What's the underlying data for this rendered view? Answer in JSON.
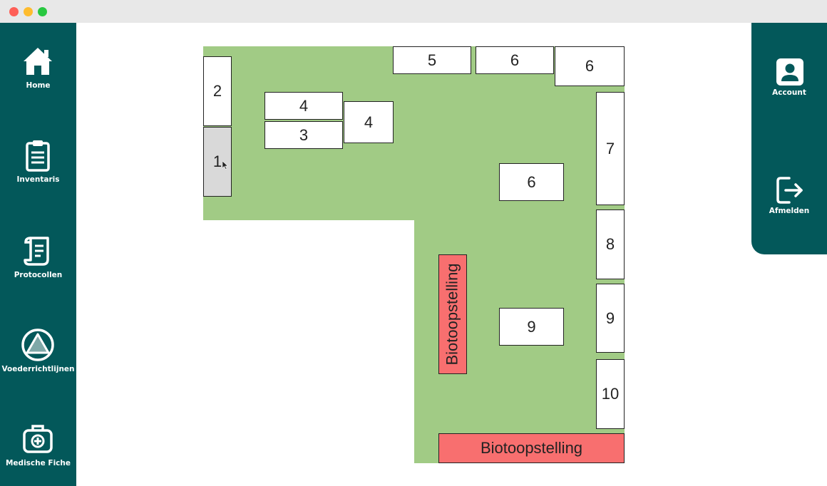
{
  "sidebar": {
    "items": [
      {
        "label": "Home",
        "icon": "house-icon"
      },
      {
        "label": "Inventaris",
        "icon": "clipboard-icon"
      },
      {
        "label": "Protocollen",
        "icon": "scroll-icon"
      },
      {
        "label": "Voederrichtlijnen",
        "icon": "triangle-circle-icon"
      },
      {
        "label": "Medische Fiche",
        "icon": "medical-bag-icon"
      }
    ]
  },
  "rightpanel": {
    "items": [
      {
        "label": "Account",
        "icon": "user-icon"
      },
      {
        "label": "Afmelden",
        "icon": "logout-icon"
      }
    ]
  },
  "map": {
    "tanks": [
      "2",
      "1",
      "4",
      "3",
      "4",
      "5",
      "6",
      "6",
      "7",
      "6",
      "8",
      "9",
      "9",
      "10"
    ],
    "biotopes": [
      "Biotoopstelling",
      "Biotoopstelling"
    ]
  },
  "colors": {
    "sidebar": "#03585a",
    "zone": "#a1cb85",
    "biotope": "#f86f6f",
    "selected_tank": "#d9d9d9"
  }
}
